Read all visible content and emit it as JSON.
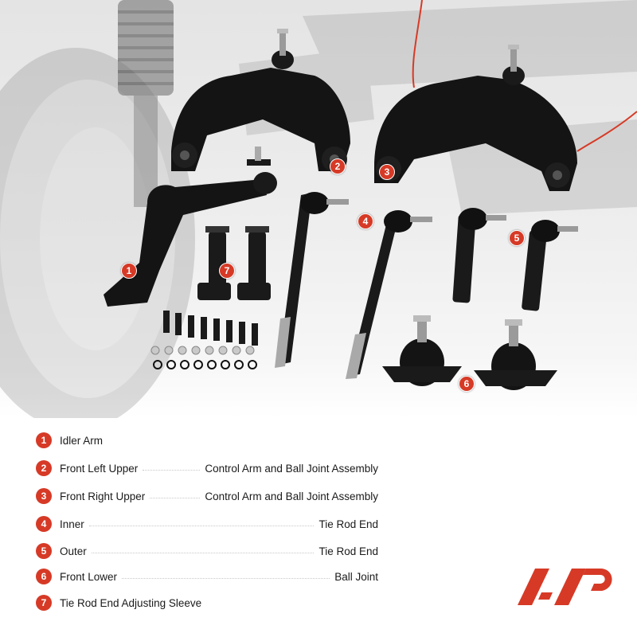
{
  "accent_color": "#d63a26",
  "photo": {
    "background_scene": "vehicle front suspension with wheel and coil-over shock",
    "callouts": [
      "1",
      "2",
      "3",
      "4",
      "5",
      "6",
      "7"
    ]
  },
  "legend": [
    {
      "num": "1",
      "left": "Idler Arm",
      "right": ""
    },
    {
      "num": "2",
      "left": "Front Left Upper",
      "right": "Control Arm and Ball Joint Assembly"
    },
    {
      "num": "3",
      "left": "Front Right Upper",
      "right": "Control Arm and Ball Joint Assembly"
    },
    {
      "num": "4",
      "left": "Inner",
      "right": "Tie Rod End"
    },
    {
      "num": "5",
      "left": "Outer",
      "right": "Tie Rod End"
    },
    {
      "num": "6",
      "left": "Front Lower",
      "right": "Ball Joint"
    },
    {
      "num": "7",
      "left": "Tie Rod End Adjusting Sleeve",
      "right": ""
    }
  ],
  "logo": {
    "icon": "a-premium-logo",
    "color": "#d63a26"
  }
}
